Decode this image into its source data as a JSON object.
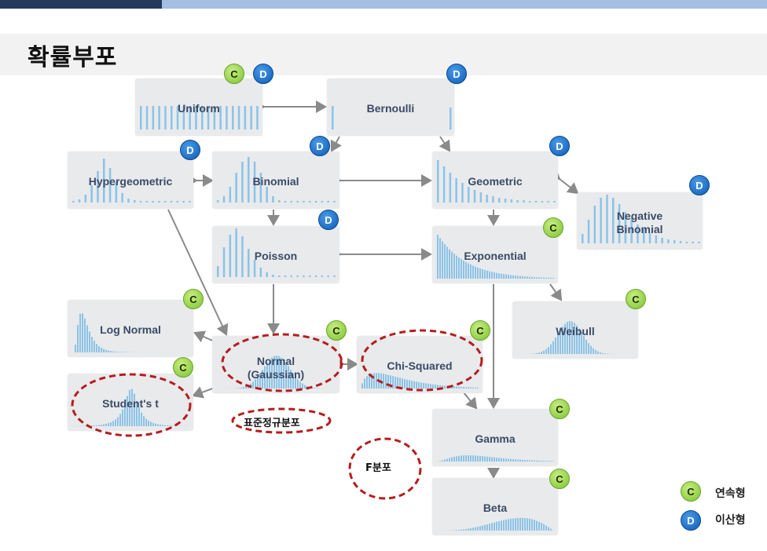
{
  "page": {
    "title": "확률부포"
  },
  "distributions": [
    {
      "id": "uniform",
      "label": "Uniform",
      "badges": [
        "C",
        "D"
      ]
    },
    {
      "id": "bernoulli",
      "label": "Bernoulli",
      "badges": [
        "D"
      ]
    },
    {
      "id": "hypergeometric",
      "label": "Hypergeometric",
      "badges": [
        "D"
      ]
    },
    {
      "id": "binomial",
      "label": "Binomial",
      "badges": [
        "D"
      ]
    },
    {
      "id": "geometric",
      "label": "Geometric",
      "badges": [
        "D"
      ]
    },
    {
      "id": "negative-binomial",
      "label_lines": [
        "Negative",
        "Binomial"
      ],
      "badges": [
        "D"
      ]
    },
    {
      "id": "poisson",
      "label": "Poisson",
      "badges": [
        "D"
      ]
    },
    {
      "id": "exponential",
      "label": "Exponential",
      "badges": [
        "C"
      ]
    },
    {
      "id": "log-normal",
      "label": "Log Normal",
      "badges": [
        "C"
      ]
    },
    {
      "id": "normal",
      "label_lines": [
        "Normal",
        "(Gaussian)"
      ],
      "badges": [
        "C"
      ]
    },
    {
      "id": "chi-squared",
      "label": "Chi-Squared",
      "badges": [
        "C"
      ]
    },
    {
      "id": "weibull",
      "label": "Weibull",
      "badges": [
        "C"
      ]
    },
    {
      "id": "students-t",
      "label": "Student's t",
      "badges": [
        "C"
      ]
    },
    {
      "id": "gamma",
      "label": "Gamma",
      "badges": [
        "C"
      ]
    },
    {
      "id": "beta",
      "label": "Beta",
      "badges": [
        "C"
      ]
    }
  ],
  "annotations": {
    "standard_normal": "표준정규분포",
    "f_distribution": "F분포"
  },
  "legend": [
    {
      "badge": "C",
      "label": "연속형"
    },
    {
      "badge": "D",
      "label": "이산형"
    }
  ],
  "colors": {
    "continuous_badge": "#8fd13f",
    "discrete_badge": "#1466c4",
    "annotation_ellipse": "#b51d1d",
    "bars": "#8cc3e6",
    "arrows": "#8a8a8a"
  }
}
